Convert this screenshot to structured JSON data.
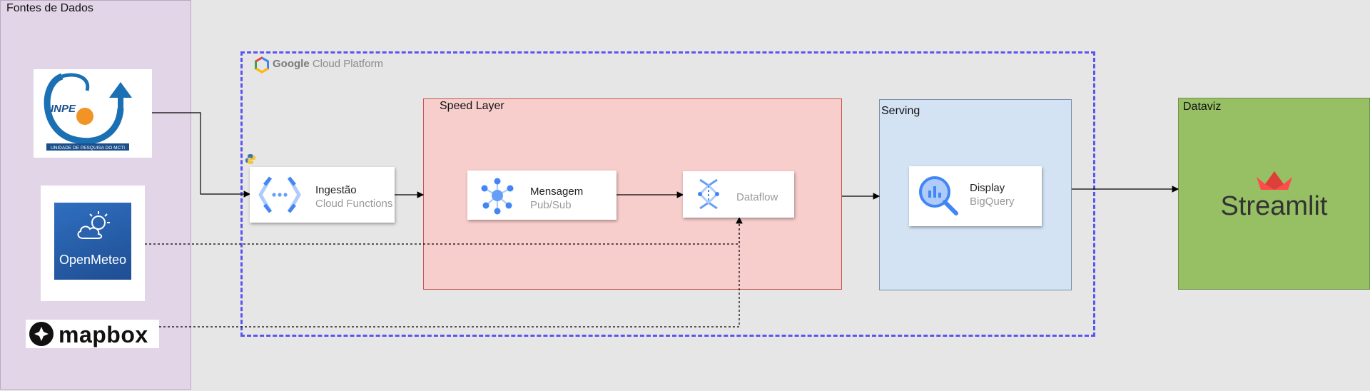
{
  "sources": {
    "title": "Fontes de Dados",
    "inpe_text": "INPE",
    "inpe_caption": "UNIDADE DE PESQUISA DO MCTI",
    "openmeteo_label": "OpenMeteo",
    "mapbox_label": "mapbox"
  },
  "gcp": {
    "brand": "Google",
    "product": "Cloud Platform"
  },
  "speed_layer": {
    "title": "Speed Layer"
  },
  "serving": {
    "title": "Serving"
  },
  "dataviz": {
    "title": "Dataviz",
    "tool": "Streamlit"
  },
  "nodes": {
    "ingestao": {
      "name": "Ingestão",
      "service": "Cloud Functions"
    },
    "mensagem": {
      "name": "Mensagem",
      "service": "Pub/Sub"
    },
    "dataflow": {
      "service": "Dataflow"
    },
    "display": {
      "name": "Display",
      "service": "BigQuery"
    }
  },
  "colors": {
    "gcp_border": "#5b55f0",
    "speed_fill": "#f8cecc",
    "serving_fill": "#d4e3f4",
    "dataviz_fill": "#97c065",
    "sources_fill": "#e1d5e7",
    "gcp_blue": "#4285f4",
    "streamlit_red": "#ff4b4b"
  }
}
